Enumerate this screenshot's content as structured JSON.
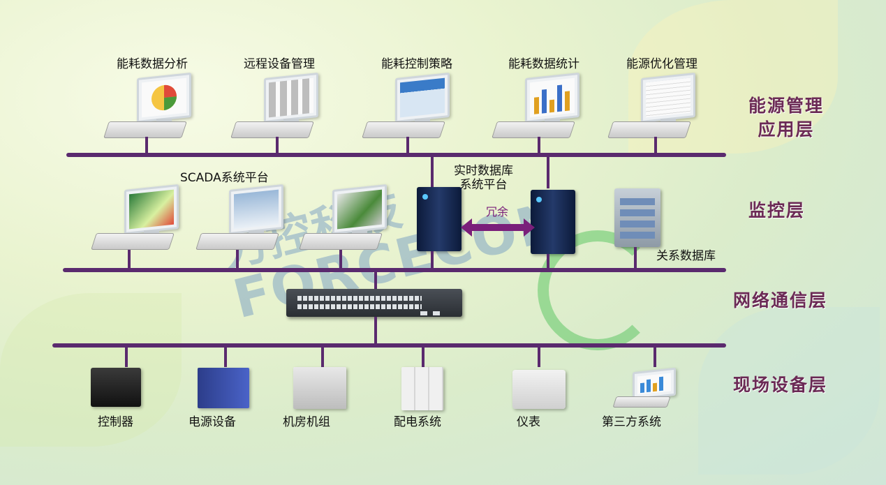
{
  "apps": [
    {
      "label": "能耗数据分析"
    },
    {
      "label": "远程设备管理"
    },
    {
      "label": "能耗控制策略"
    },
    {
      "label": "能耗数据统计"
    },
    {
      "label": "能源优化管理"
    }
  ],
  "monitoring": {
    "scada_label": "SCADA系统平台",
    "realtime_db_label": "实时数据库\n系统平台",
    "redundancy_label": "冗余",
    "relational_db_label": "关系数据库"
  },
  "field_devices": [
    {
      "label": "控制器"
    },
    {
      "label": "电源设备"
    },
    {
      "label": "机房机组"
    },
    {
      "label": "配电系统"
    },
    {
      "label": "仪表"
    },
    {
      "label": "第三方系统"
    }
  ],
  "layers": {
    "application": "能源管理\n应用层",
    "monitoring": "监控层",
    "network": "网络通信层",
    "field": "现场设备层"
  },
  "colors": {
    "bus": "#5a2a6e",
    "layer_text": "#6b2a55",
    "arrow": "#7a1f7a"
  }
}
